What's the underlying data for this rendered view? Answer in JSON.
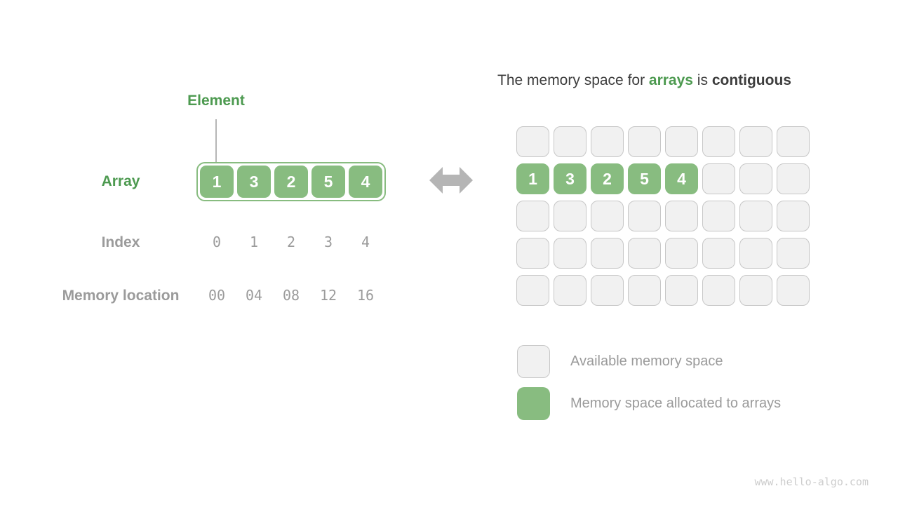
{
  "left_panel": {
    "element_label": "Element",
    "array_label": "Array",
    "array_values": [
      "1",
      "3",
      "2",
      "5",
      "4"
    ],
    "index_label": "Index",
    "index_values": [
      "0",
      "1",
      "2",
      "3",
      "4"
    ],
    "memory_label": "Memory location",
    "memory_values": [
      "00",
      "04",
      "08",
      "12",
      "16"
    ]
  },
  "right_panel": {
    "title": {
      "prefix": "The memory space for ",
      "highlight": "arrays",
      "middle": " is ",
      "suffix": "contiguous"
    },
    "grid": {
      "rows": 5,
      "cols": 8,
      "allocated_row_index": 1,
      "allocated_values": [
        "1",
        "3",
        "2",
        "5",
        "4"
      ]
    },
    "legend": [
      {
        "type": "available",
        "label": "Available memory space"
      },
      {
        "type": "allocated",
        "label": "Memory space allocated to arrays"
      }
    ]
  },
  "watermark": "www.hello-algo.com",
  "colors": {
    "accent_green": "#4D9A50",
    "cell_green": "#88BC80",
    "cell_gray_fill": "#F1F1F1",
    "cell_gray_border": "#C7C7C7",
    "label_gray": "#9B9B9B",
    "title_dark": "#3D3D3D",
    "arrow_gray": "#B5B5B5",
    "watermark_gray": "#CDCDCD"
  }
}
